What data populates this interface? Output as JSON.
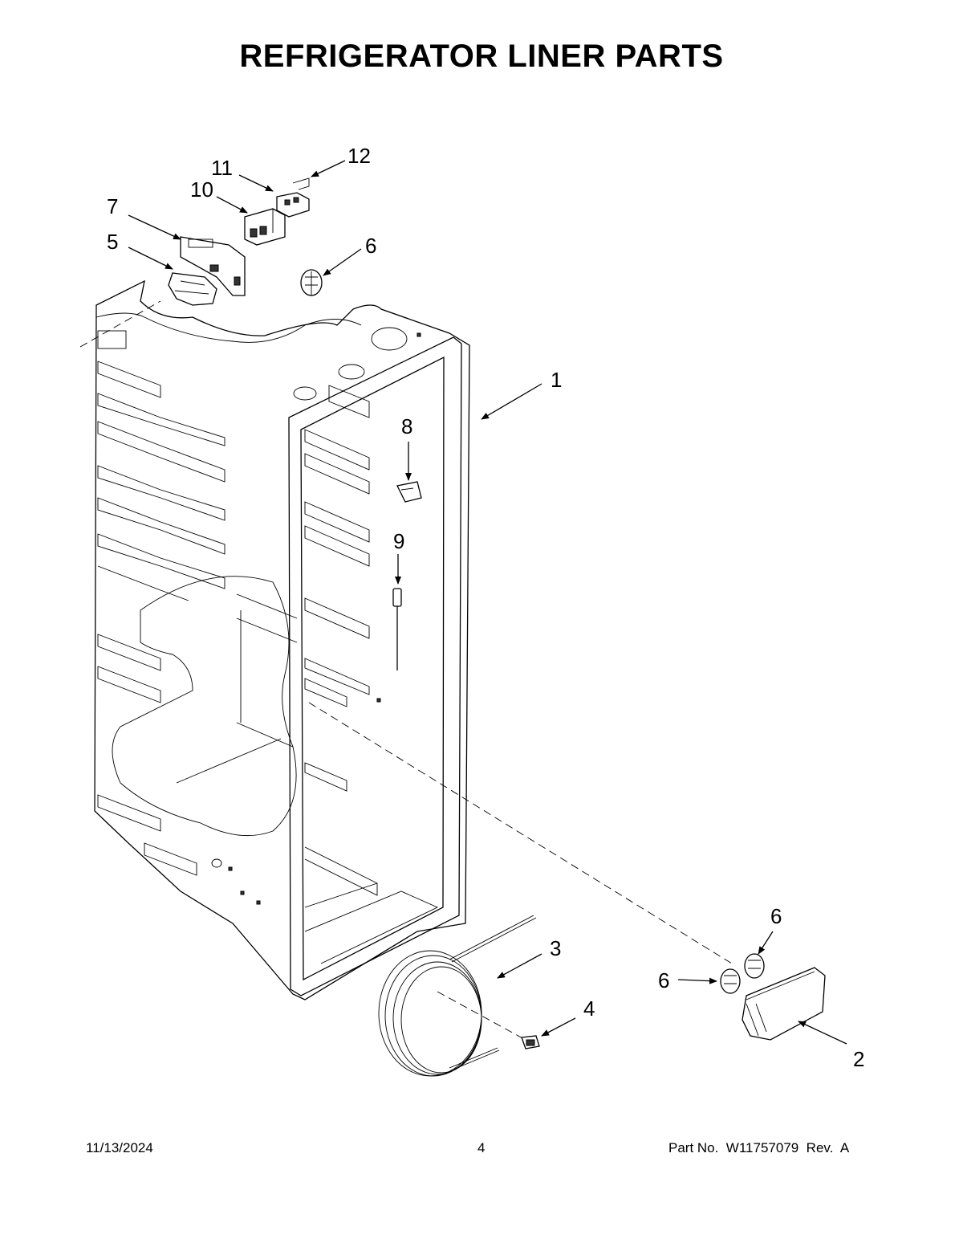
{
  "title": "REFRIGERATOR LINER PARTS",
  "callouts": {
    "c1": "1",
    "c2": "2",
    "c3": "3",
    "c4": "4",
    "c5": "5",
    "c6a": "6",
    "c6b": "6",
    "c6c": "6",
    "c7": "7",
    "c8": "8",
    "c9": "9",
    "c10": "10",
    "c11": "11",
    "c12": "12"
  },
  "footer": {
    "date": "11/13/2024",
    "page": "4",
    "part_no": "Part No.  W11757079  Rev.  A"
  }
}
